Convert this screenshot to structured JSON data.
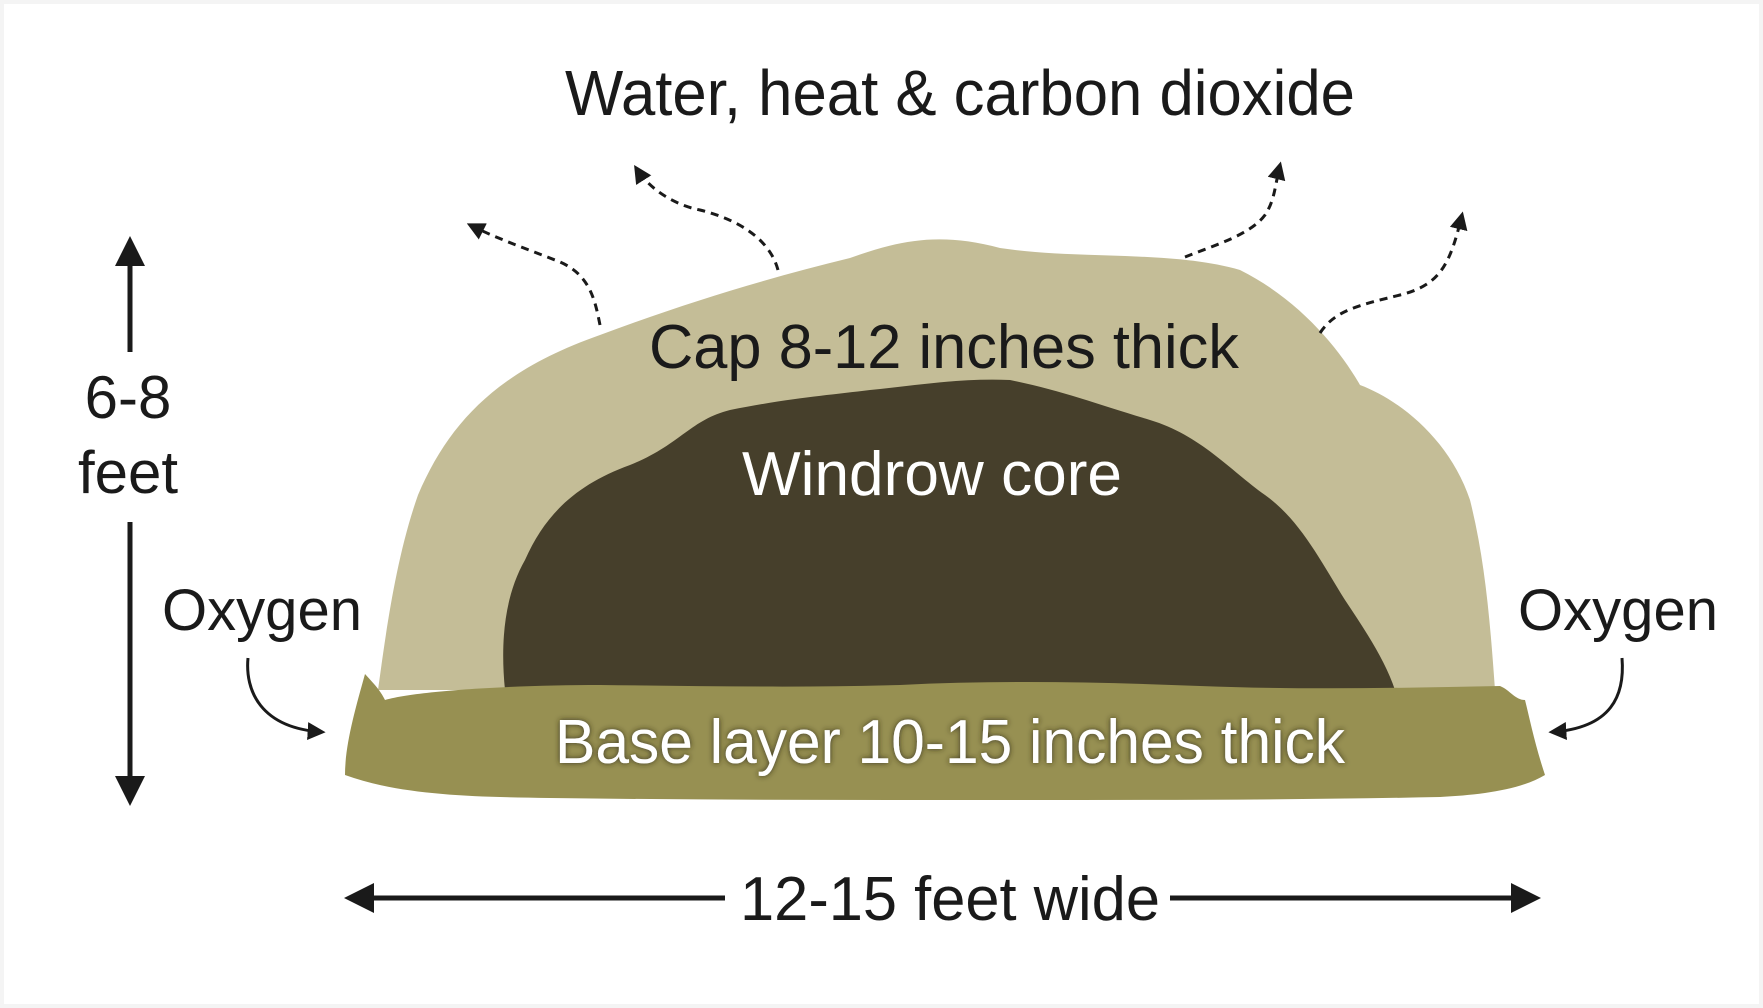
{
  "title": "Water, heat & carbon dioxide",
  "height_label_line1": "6-8",
  "height_label_line2": "feet",
  "width_label": "12-15 feet wide",
  "oxygen_left": "Oxygen",
  "oxygen_right": "Oxygen",
  "cap_label": "Cap 8-12 inches thick",
  "core_label": "Windrow core",
  "base_label": "Base layer 10-15 inches thick",
  "colors": {
    "background": "#f4f4f4",
    "panel": "#ffffff",
    "cap": "#c4bd97",
    "core": "#463f2b",
    "base": "#979052",
    "ink": "#1a1a1a"
  }
}
